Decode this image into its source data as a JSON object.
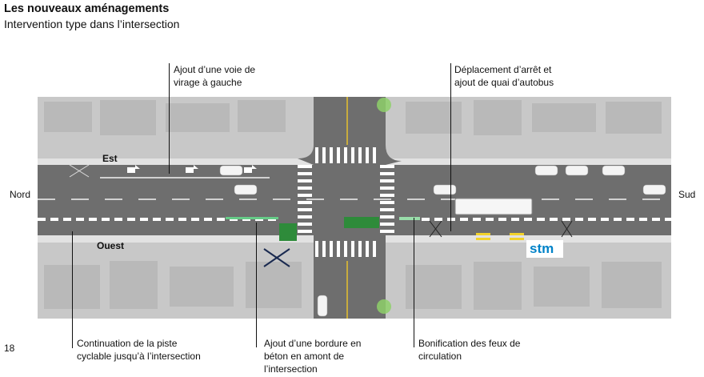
{
  "header": {
    "title": "Les nouveaux aménagements",
    "subtitle": "Intervention type dans l’intersection"
  },
  "directions": {
    "nord": "Nord",
    "sud": "Sud",
    "est": "Est",
    "ouest": "Ouest"
  },
  "callouts": {
    "left_turn_lane": "Ajout d’une voie de virage à gauche",
    "bus_stop": "Déplacement d’arrêt et ajout de quai d’autobus",
    "bike_path": "Continuation de la piste cyclable jusqu’à l’intersection",
    "concrete_curb": "Ajout d’une bordure en béton en amont de l’intersection",
    "traffic_lights": "Bonification des feux de circulation"
  },
  "logo": {
    "text": "stm",
    "color": "#0082c8"
  },
  "page_number": "18",
  "colors": {
    "road": "#6e6e6e",
    "bike_lane_marker": "#2e8b3a",
    "crosswalk": "#ffffff",
    "building": "#cfcfcf"
  }
}
